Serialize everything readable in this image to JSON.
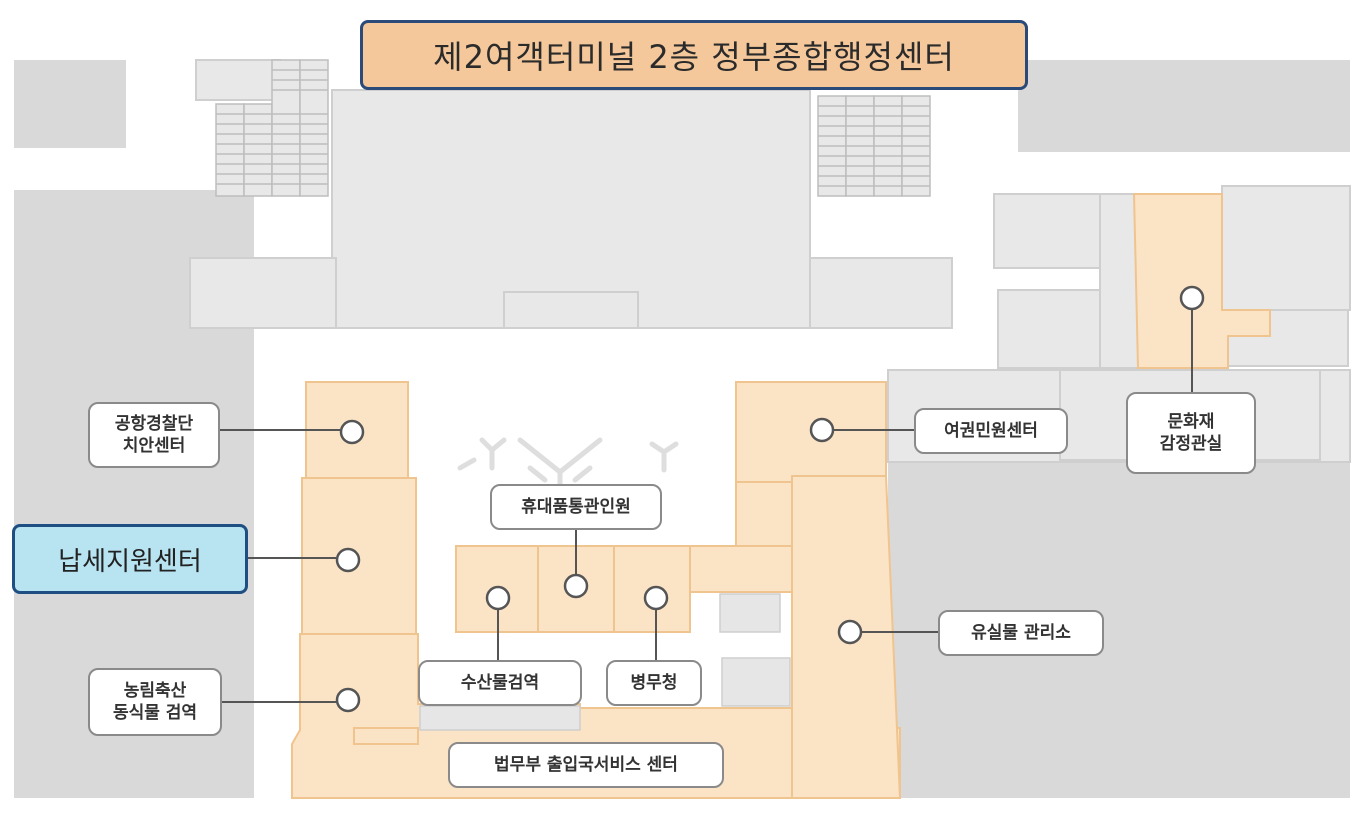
{
  "title": "제2여객터미널 2층 정부종합행정센터",
  "labels": {
    "police": "공항경찰단\n치안센터",
    "tax": "납세지원센터",
    "agri": "농림축산\n동식물 검역",
    "phone": "휴대품통관인원",
    "fish": "수산물검역",
    "military": "병무청",
    "immigration": "법무부 출입국서비스 센터",
    "passport": "여권민원센터",
    "lost": "유실물 관리소",
    "culture": "문화재\n감정관실"
  },
  "colors": {
    "zone": "#fbe3c6",
    "zone_border": "#f0c48e",
    "building": "#e8e8e8",
    "dark_area": "#d9d9d9",
    "highlight": "#b8e4f2",
    "title_bg": "#f5c89b"
  }
}
